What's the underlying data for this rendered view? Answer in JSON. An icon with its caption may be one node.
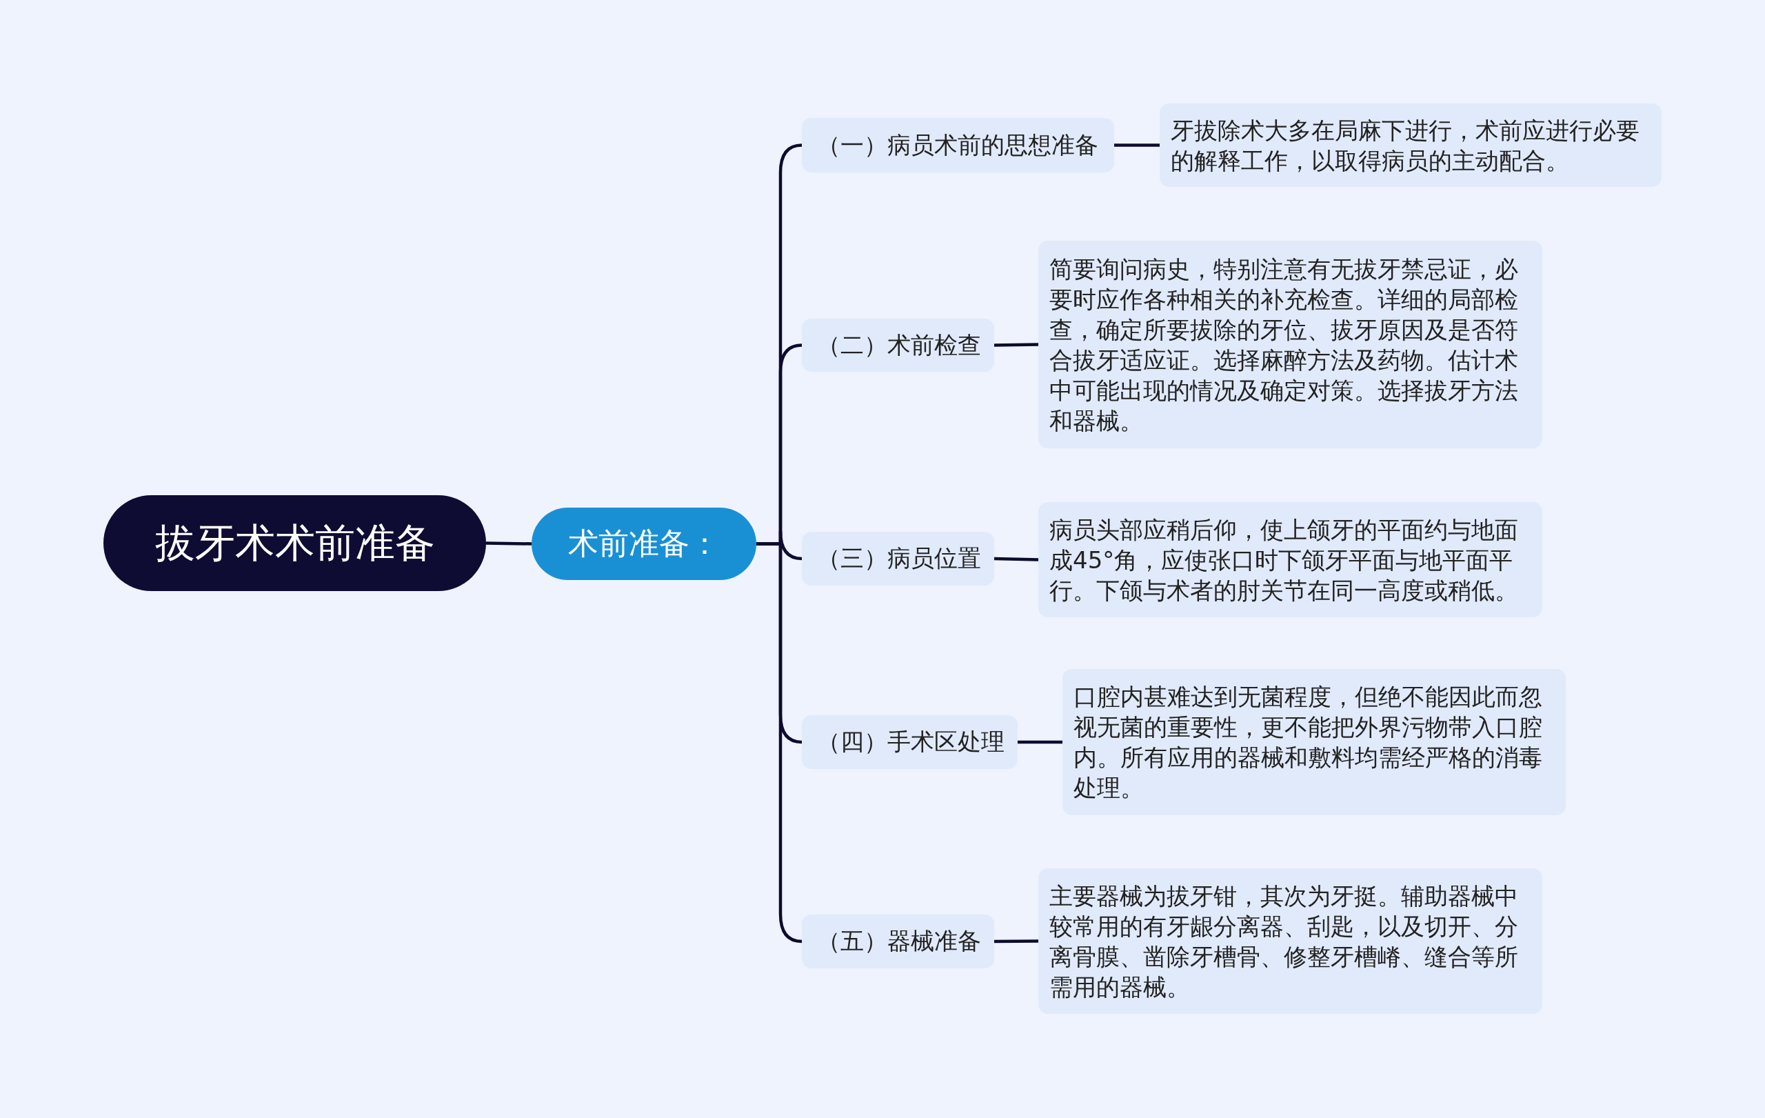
{
  "diagram": {
    "nodes": [
      {
        "text": [
          "拔牙术术前准备"
        ]
      },
      {
        "text": [
          "术前准备："
        ]
      },
      {
        "text": [
          "（一）病员术前的思想准备"
        ]
      },
      {
        "text": [
          "牙拔除术大多在局麻下进行，术前应进行必要的解释工作，以取得病员的主动配合。"
        ]
      },
      {
        "text": [
          "（二）术前检查"
        ]
      },
      {
        "text": [
          "简要询问病史，特别注意有无拔牙禁忌证，必要时应作各种相关的补充检查。详细的局部检查，确定所要拔除的牙位、拔牙原因及是否符合拔牙适应证。选择麻醉方法及药物。估计术中可能出现的情况及确定对策。选择拔牙方法和器械。"
        ]
      },
      {
        "text": [
          "（三）病员位置"
        ]
      },
      {
        "text": [
          "病员头部应稍后仰，使上颌牙的平面约与地面成45°角，应使张口时下颌牙平面与地平面平行。下颌与术者的肘关节在同一高度或稍低。"
        ]
      },
      {
        "text": [
          "（四）手术区处理"
        ]
      },
      {
        "text": [
          "口腔内甚难达到无菌程度，但绝不能因此而忽视无菌的重要性，更不能把外界污物带入口腔内。所有应用的器械和敷料均需经严格的消毒处理。"
        ]
      },
      {
        "text": [
          "（五）器械准备"
        ]
      },
      {
        "text": [
          "主要器械为拔牙钳，其次为牙挺。辅助器械中较常用的有牙龈分离器、刮匙，以及切开、分离骨膜、凿除牙槽骨、修整牙槽嵴、缝合等所需用的器械。"
        ]
      }
    ],
    "edges": [
      {
        "from": 0,
        "to": 1,
        "arrow": "none"
      },
      {
        "from": 1,
        "to": 2,
        "arrow": "none"
      },
      {
        "from": 1,
        "to": 4,
        "arrow": "none"
      },
      {
        "from": 1,
        "to": 6,
        "arrow": "none"
      },
      {
        "from": 1,
        "to": 8,
        "arrow": "none"
      },
      {
        "from": 1,
        "to": 10,
        "arrow": "none"
      },
      {
        "from": 2,
        "to": 3,
        "arrow": "none"
      },
      {
        "from": 4,
        "to": 5,
        "arrow": "none"
      },
      {
        "from": 6,
        "to": 7,
        "arrow": "none"
      },
      {
        "from": 8,
        "to": 9,
        "arrow": "none"
      },
      {
        "from": 10,
        "to": 11,
        "arrow": "none"
      }
    ]
  }
}
